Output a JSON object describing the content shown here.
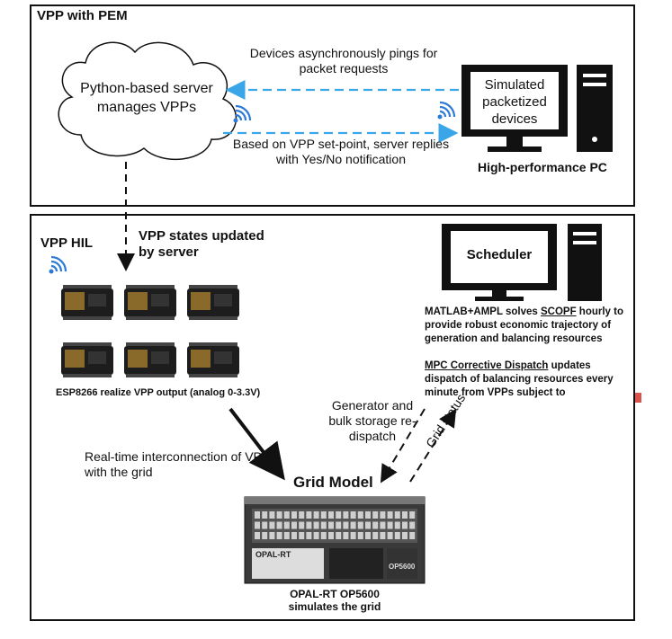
{
  "pem_panel": {
    "title": "VPP with PEM",
    "server_label": "Python-based server manages VPPs",
    "pings_label": "Devices asynchronously pings for packet requests",
    "replies_label": "Based on VPP set-point, server replies with Yes/No notification",
    "pc_screen_label": "Simulated packetized devices",
    "pc_caption": "High-performance PC"
  },
  "hil_panel": {
    "title": "VPP HIL",
    "states_label": "VPP states updated by server",
    "esp_caption": "ESP8266 realize VPP output (analog 0-3.3V)",
    "interconnect_label": "Real-time interconnection of VPP with the grid",
    "grid_model_label": "Grid Model",
    "redispatch_label": "Generator and bulk storage re-dispatch",
    "grid_status_label": "Grid status",
    "scheduler_label": "Scheduler",
    "scopf_text_prefix": "MATLAB+AMPL solves ",
    "scopf_link": "SCOPF",
    "scopf_text_suffix": " hourly to provide robust economic trajectory of generation and balancing resources",
    "mpc_link": "MPC Corrective Dispatch",
    "mpc_text": " updates dispatch of balancing resources every minute from VPPs subject to",
    "opal_brand": "OPAL-RT",
    "opal_model": "OP5600",
    "opal_caption_line1": "OPAL-RT OP5600",
    "opal_caption_line2": "simulates the grid"
  },
  "colors": {
    "arrow_blue": "#3aa6e8",
    "accent_red": "#d9534f",
    "wifi_blue": "#2b7bd6"
  }
}
